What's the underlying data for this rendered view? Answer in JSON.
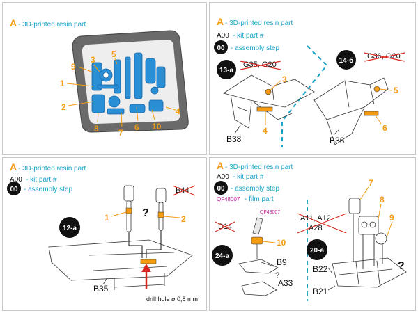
{
  "colors": {
    "orange": "#f39c12",
    "cyan": "#1aa3c8",
    "blue": "#2b8fd6",
    "magenta": "#c0209a",
    "red": "#d8281e",
    "black": "#111111",
    "frame": "#555555"
  },
  "legend": {
    "A_letter": "A",
    "resin": "- 3D-printed resin part",
    "kit_code": "A00",
    "kit_text": "- kit part #",
    "step_code": "00",
    "step_text": "- assembly step",
    "film_code": "QF48007",
    "film_text": "- film part"
  },
  "panel1": {
    "numbers": [
      "1",
      "2",
      "3",
      "4",
      "5",
      "6",
      "7",
      "8",
      "9",
      "10"
    ]
  },
  "panel2": {
    "left": {
      "step": "13-a",
      "crossed": "G35, G20",
      "parts": [
        "3",
        "4"
      ],
      "kit": "B38"
    },
    "right": {
      "step": "14-б",
      "crossed": "G36, G20",
      "parts": [
        "5",
        "6"
      ],
      "kit": "B36"
    }
  },
  "panel3": {
    "step": "12-a",
    "crossed": "B44",
    "parts": [
      "1",
      "2"
    ],
    "kit": "B35",
    "question": "?",
    "note": "drill hole  ø 0,8 mm"
  },
  "panel4": {
    "left": {
      "step": "24-a",
      "crossed": "D14",
      "film": "QF48007",
      "parts": [
        "10"
      ],
      "kits": [
        "B9",
        "A33"
      ],
      "question": "?"
    },
    "right": {
      "step": "20-a",
      "crossed_l1": "A11, A12,",
      "crossed_l2": "A28",
      "parts": [
        "7",
        "8",
        "9"
      ],
      "kits": [
        "B22",
        "B21"
      ],
      "question": "?"
    }
  }
}
